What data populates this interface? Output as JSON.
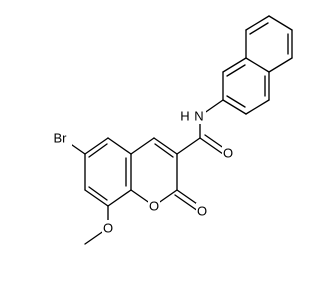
{
  "molecule": {
    "name": "",
    "atom_labels": {
      "bromine": "Br",
      "methoxy_oxygen": "O",
      "ring_oxygen": "O",
      "carbonyl_oxygen_lactone": "O",
      "carbonyl_oxygen_amide": "O",
      "amide_nitrogen": "N",
      "amide_hydrogen": "H"
    },
    "colors": {
      "bond": "#000000",
      "label": "#000000",
      "background": "#ffffff"
    }
  }
}
